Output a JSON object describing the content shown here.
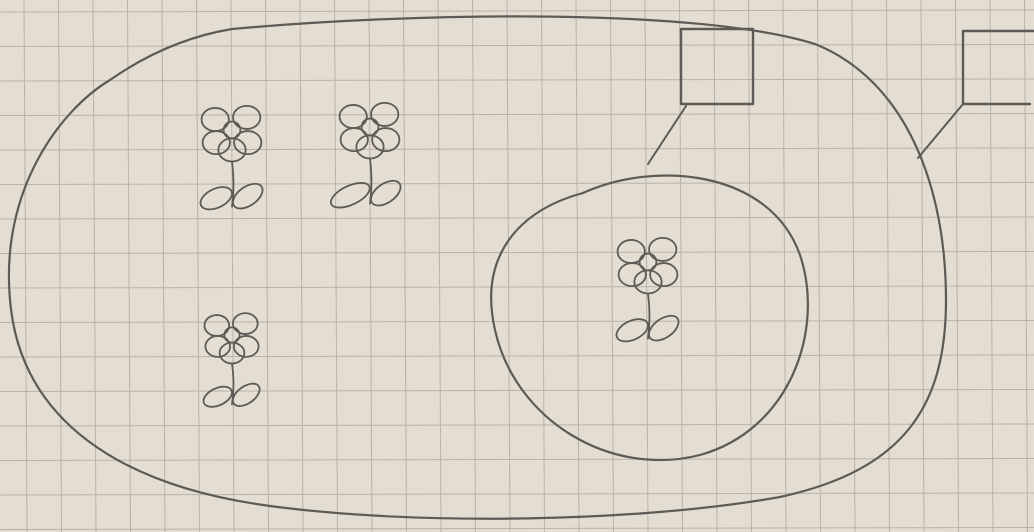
{
  "paper": {
    "background_color": "#e3ddd2",
    "grid_color": "#b9b3aa",
    "pencil_color": "#5e5a55"
  },
  "diagram": {
    "outer_set": {
      "shape": "oval",
      "flower_count": 3
    },
    "inner_set": {
      "shape": "circle",
      "flower_count": 1
    },
    "label_boxes": [
      {
        "attached_to": "inner_set",
        "text": ""
      },
      {
        "attached_to": "outer_set",
        "text": ""
      }
    ],
    "total_flowers": 4
  }
}
